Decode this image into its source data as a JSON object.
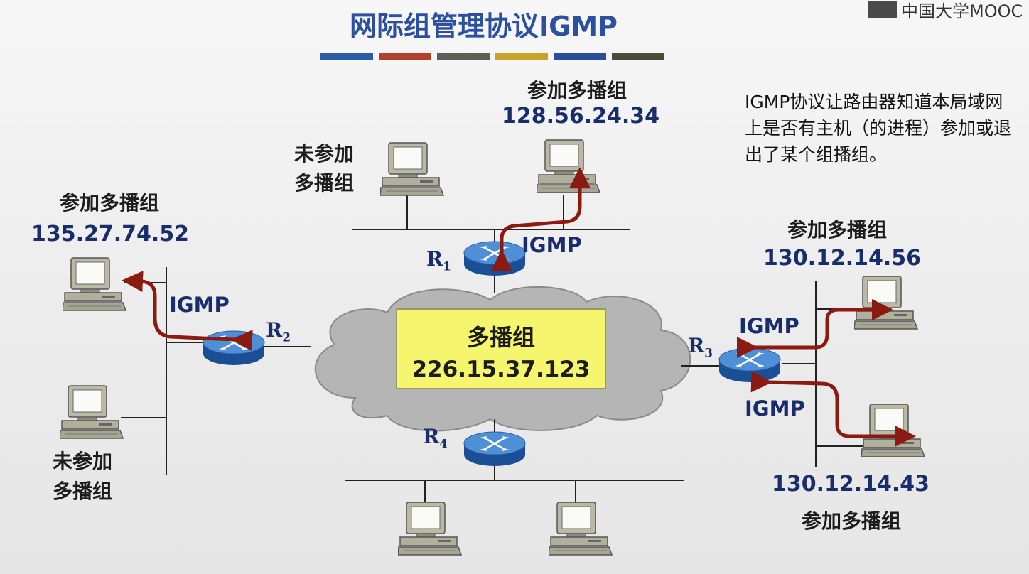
{
  "title": "网际组管理协议IGMP",
  "logo_text": "中国大学MOOC",
  "colors": {
    "title": "#2d4fa0",
    "ip_text": "#1a2d6b",
    "arrow": "#8b1a10",
    "router": "#1f5aa8",
    "cloud": "#b8b8b8",
    "box": "#f6f56e",
    "stripes": [
      "#2a5ca8",
      "#b2402c",
      "#5a5e55",
      "#c9a22a",
      "#2a4f9a",
      "#4a4c38"
    ]
  },
  "multicast_group": {
    "name": "多播组",
    "address": "226.15.37.123"
  },
  "routers": [
    {
      "id": "R1",
      "letter": "R",
      "sub": "1"
    },
    {
      "id": "R2",
      "letter": "R",
      "sub": "2"
    },
    {
      "id": "R3",
      "letter": "R",
      "sub": "3"
    },
    {
      "id": "R4",
      "letter": "R",
      "sub": "4"
    }
  ],
  "igmp_label": "IGMP",
  "hosts": {
    "top_joined": {
      "status": "参加多播组",
      "ip": "128.56.24.34"
    },
    "top_not_joined": {
      "status_line1": "未参加",
      "status_line2": "多播组"
    },
    "left_joined": {
      "status": "参加多播组",
      "ip": "135.27.74.52"
    },
    "left_not_joined": {
      "status_line1": "未参加",
      "status_line2": "多播组"
    },
    "right_top_joined": {
      "status": "参加多播组",
      "ip": "130.12.14.56"
    },
    "right_bottom_joined": {
      "status": "参加多播组",
      "ip": "130.12.14.43"
    }
  },
  "note": "IGMP协议让路由器知道本局域网上是否有主机（的进程）参加或退出了某个组播组。"
}
